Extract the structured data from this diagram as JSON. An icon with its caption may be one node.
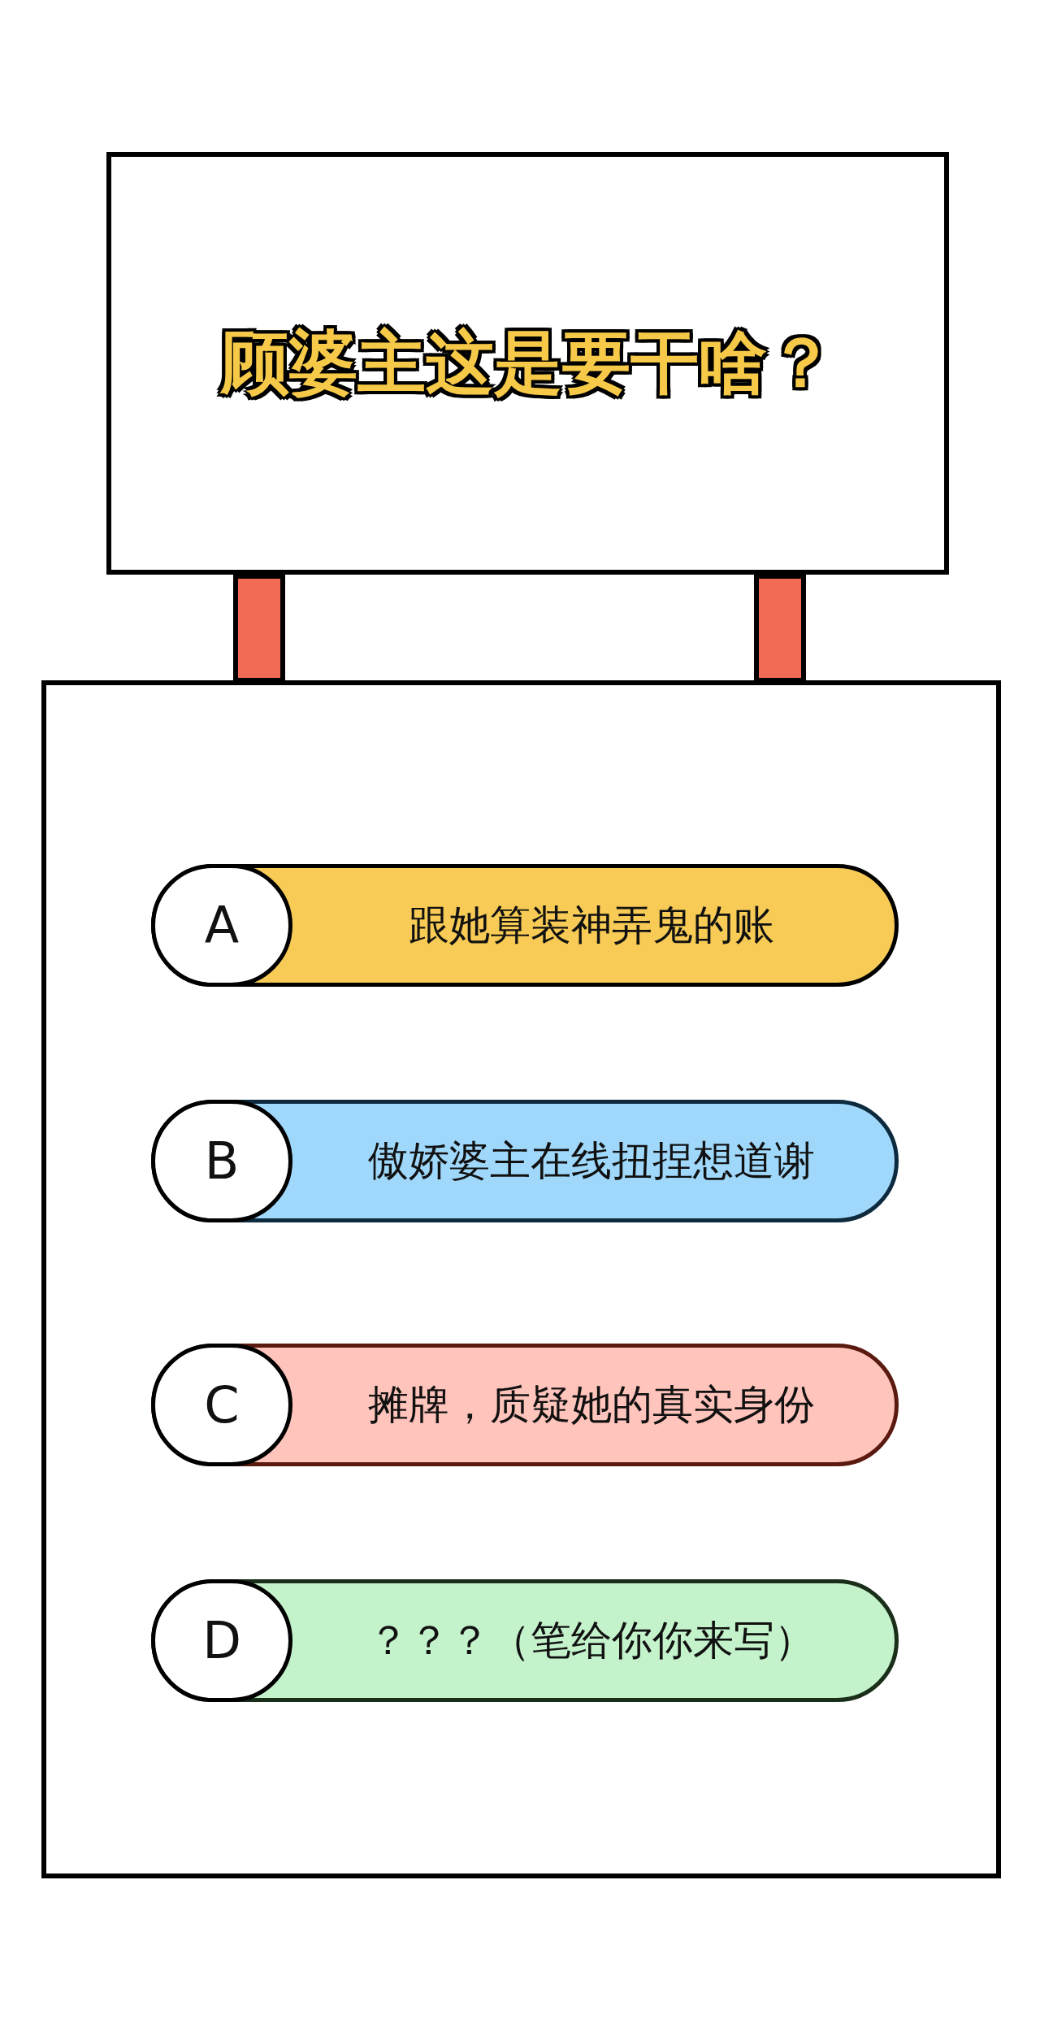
{
  "diagram": {
    "nodes": [
      {
        "text": [
          "顾婆主这是要干啥？"
        ]
      },
      {
        "text": [],
        "shape": "bar"
      },
      {
        "text": [],
        "shape": "bar"
      },
      {
        "text": [],
        "shape": "box"
      },
      {
        "text": [
          "跟她算装神弄鬼的账"
        ],
        "in": 3
      },
      {
        "text": [
          "A"
        ],
        "in": 4
      },
      {
        "text": [
          "傲娇婆主在线扭捏想道谢"
        ],
        "in": 3
      },
      {
        "text": [
          "B"
        ],
        "in": 6
      },
      {
        "text": [
          "摊牌，质疑她的真实身份"
        ],
        "in": 3
      },
      {
        "text": [
          "C"
        ],
        "in": 8
      },
      {
        "text": [
          "？？？（笔给你你来写）"
        ],
        "in": 3
      },
      {
        "text": [
          "D"
        ],
        "in": 10
      }
    ]
  }
}
